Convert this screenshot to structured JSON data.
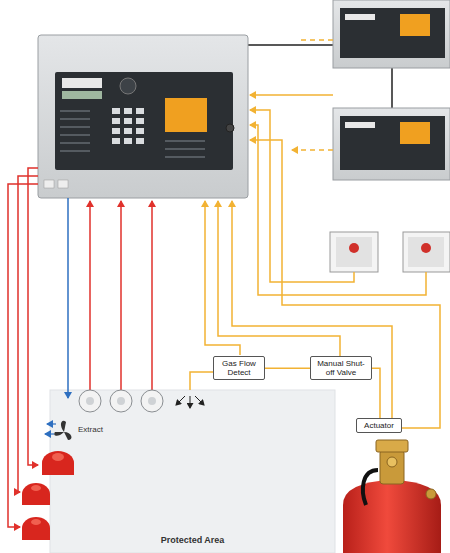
{
  "diagram": {
    "nodes": [
      {
        "text": [
          "Gas Flow Detect"
        ]
      },
      {
        "text": [
          "Manual Shut-off Valve"
        ]
      },
      {
        "text": [
          "Actuator"
        ]
      },
      {
        "text": [
          "Protected Area"
        ]
      }
    ],
    "edges": [
      {
        "from": 0,
        "to": 1,
        "arrow": "none"
      },
      {
        "from": 1,
        "to": 2,
        "arrow": "none"
      }
    ],
    "labels": [
      "Extract"
    ]
  }
}
